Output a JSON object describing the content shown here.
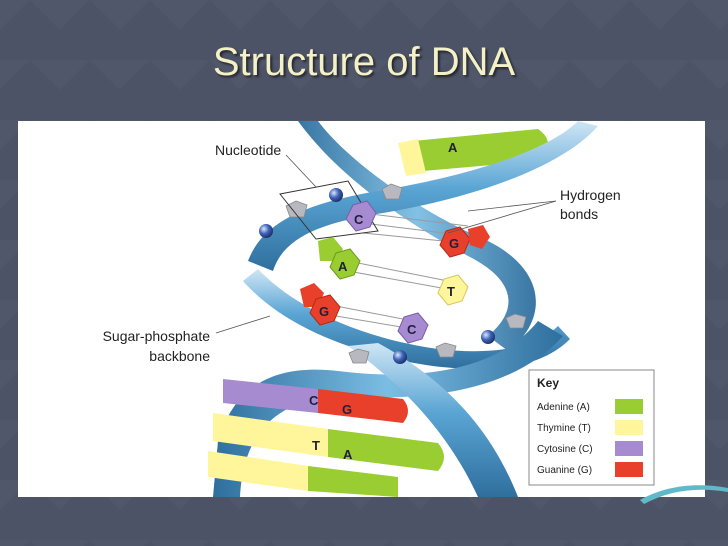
{
  "slide": {
    "title": "Structure of DNA"
  },
  "diagram": {
    "labels": {
      "nucleotide": "Nucleotide",
      "hydrogen_line1": "Hydrogen",
      "hydrogen_line2": "bonds",
      "backbone_line1": "Sugar-phosphate",
      "backbone_line2": "backbone"
    },
    "bases": [
      {
        "letter": "A",
        "name": "adenine"
      },
      {
        "letter": "C",
        "name": "cytosine"
      },
      {
        "letter": "G",
        "name": "guanine"
      },
      {
        "letter": "A",
        "name": "adenine"
      },
      {
        "letter": "T",
        "name": "thymine"
      },
      {
        "letter": "G",
        "name": "guanine"
      },
      {
        "letter": "C",
        "name": "cytosine"
      },
      {
        "letter": "C",
        "name": "cytosine"
      },
      {
        "letter": "G",
        "name": "guanine"
      },
      {
        "letter": "T",
        "name": "thymine"
      },
      {
        "letter": "A",
        "name": "adenine"
      }
    ],
    "key": {
      "title": "Key",
      "items": [
        {
          "label": "Adenine (A)",
          "color": "#9acd32"
        },
        {
          "label": "Thymine (T)",
          "color": "#fff59a"
        },
        {
          "label": "Cytosine (C)",
          "color": "#a78bd0"
        },
        {
          "label": "Guanine (G)",
          "color": "#e8402a"
        }
      ]
    },
    "colors": {
      "backbone": "#4f9bcb",
      "adenine": "#9acd32",
      "thymine": "#fff59a",
      "cytosine": "#a78bd0",
      "guanine": "#e8402a"
    }
  }
}
